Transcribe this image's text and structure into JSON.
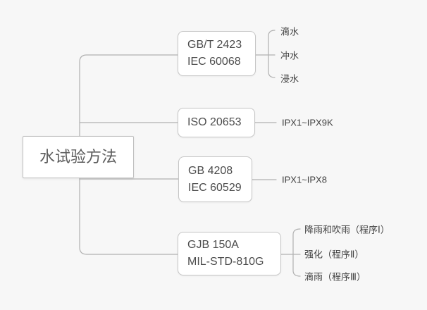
{
  "diagram": {
    "type": "mindmap",
    "root": {
      "label": "水试验方法"
    },
    "branches": [
      {
        "id": "gbt-2423",
        "lines": [
          "GB/T 2423",
          "IEC 60068"
        ],
        "children": [
          "滴水",
          "冲水",
          "浸水"
        ]
      },
      {
        "id": "iso-20653",
        "lines": [
          "ISO 20653"
        ],
        "children": [
          "IPX1~IPX9K"
        ]
      },
      {
        "id": "gb-4208",
        "lines": [
          "GB 4208",
          "IEC 60529"
        ],
        "children": [
          "IPX1~IPX8"
        ]
      },
      {
        "id": "gjb-150a",
        "lines": [
          "GJB 150A",
          "MIL-STD-810G"
        ],
        "children": [
          "降雨和吹雨（程序Ⅰ）",
          "强化（程序Ⅱ）",
          "滴雨（程序Ⅲ）"
        ]
      }
    ],
    "colors": {
      "background": "#f7f7f7",
      "node_fill": "#ffffff",
      "node_border": "#c5c5c5",
      "connector_line": "#b1b1b1",
      "node_text": "#4c4c4c",
      "leaf_text": "#404040",
      "root_text": "#5d5d5d"
    }
  }
}
